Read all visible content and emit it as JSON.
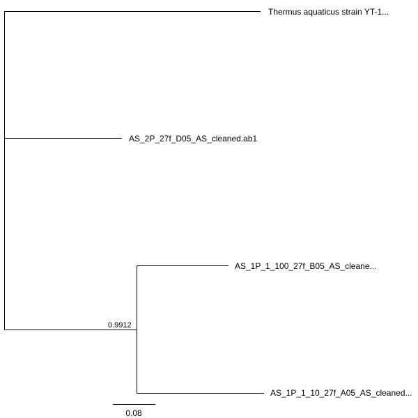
{
  "tree": {
    "leaves": [
      {
        "label": "Thermus aquaticus strain YT-1..."
      },
      {
        "label": "AS_2P_27f_D05_AS_cleaned.ab1"
      },
      {
        "label": "AS_1P_1_100_27f_B05_AS_cleane..."
      },
      {
        "label": "AS_1P_1_10_27f_A05_AS_cleaned..."
      }
    ],
    "support": [
      {
        "value": "0.9912"
      }
    ],
    "scale_bar": {
      "value": 0.08,
      "label": "0.08"
    }
  },
  "colors": {
    "branch": "#000000",
    "text": "#000000",
    "background": "#ffffff"
  }
}
